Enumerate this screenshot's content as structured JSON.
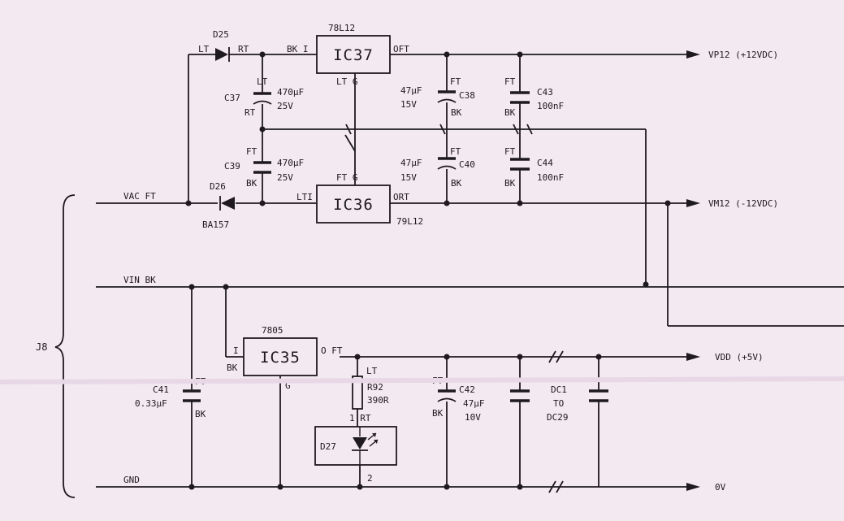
{
  "ics": {
    "ic37": {
      "name": "IC37",
      "part": "78L12",
      "pin_in": "BK I",
      "pin_out": "OFT",
      "pin_g": "LT G"
    },
    "ic36": {
      "name": "IC36",
      "part": "79L12",
      "pin_in": "LTI",
      "pin_out": "ORT",
      "pin_g": "FT G"
    },
    "ic35": {
      "name": "IC35",
      "part": "7805",
      "pin_in": "I",
      "pin_in2": "BK",
      "pin_out": "O FT",
      "pin_g": "G"
    }
  },
  "diodes": {
    "d25": {
      "name": "D25",
      "lt": "LT",
      "rt": "RT"
    },
    "d26": {
      "name": "D26",
      "part": "BA157"
    },
    "d27": {
      "name": "D27"
    }
  },
  "capacitors": {
    "c37": {
      "name": "C37",
      "value": "470μF",
      "voltage": "25V",
      "top": "LT",
      "bottom": "RT"
    },
    "c39": {
      "name": "C39",
      "value": "470μF",
      "voltage": "25V",
      "top": "FT",
      "bottom": "BK"
    },
    "c38": {
      "name": "C38",
      "value": "47μF",
      "voltage": "15V",
      "top": "FT",
      "bottom": "BK"
    },
    "c40": {
      "name": "C40",
      "value": "47μF",
      "voltage": "15V",
      "top": "FT",
      "bottom": "BK"
    },
    "c43": {
      "name": "C43",
      "value": "100nF",
      "top": "FT",
      "bottom": "BK"
    },
    "c44": {
      "name": "C44",
      "value": "100nF",
      "top": "FT",
      "bottom": "BK"
    },
    "c41": {
      "name": "C41",
      "value": "0.33μF",
      "top": "FT",
      "bottom": "BK"
    },
    "c42": {
      "name": "C42",
      "value": "47μF",
      "voltage": "10V",
      "top": "FT",
      "bottom": "BK"
    }
  },
  "resistor": {
    "name": "R92",
    "value": "390R",
    "top": "LT",
    "bottom": "1 RT"
  },
  "dc_range": {
    "from": "DC1",
    "to": "TO",
    "last": "DC29"
  },
  "inputs": {
    "vac": "VAC FT",
    "vin": "VIN  BK",
    "gnd": "GND"
  },
  "outputs": {
    "vp12": "VP12 (+12VDC)",
    "vm12": "VM12 (-12VDC)",
    "vdd": "VDD (+5V)",
    "ov": "0V"
  },
  "connector": "J8",
  "pin2": "2"
}
